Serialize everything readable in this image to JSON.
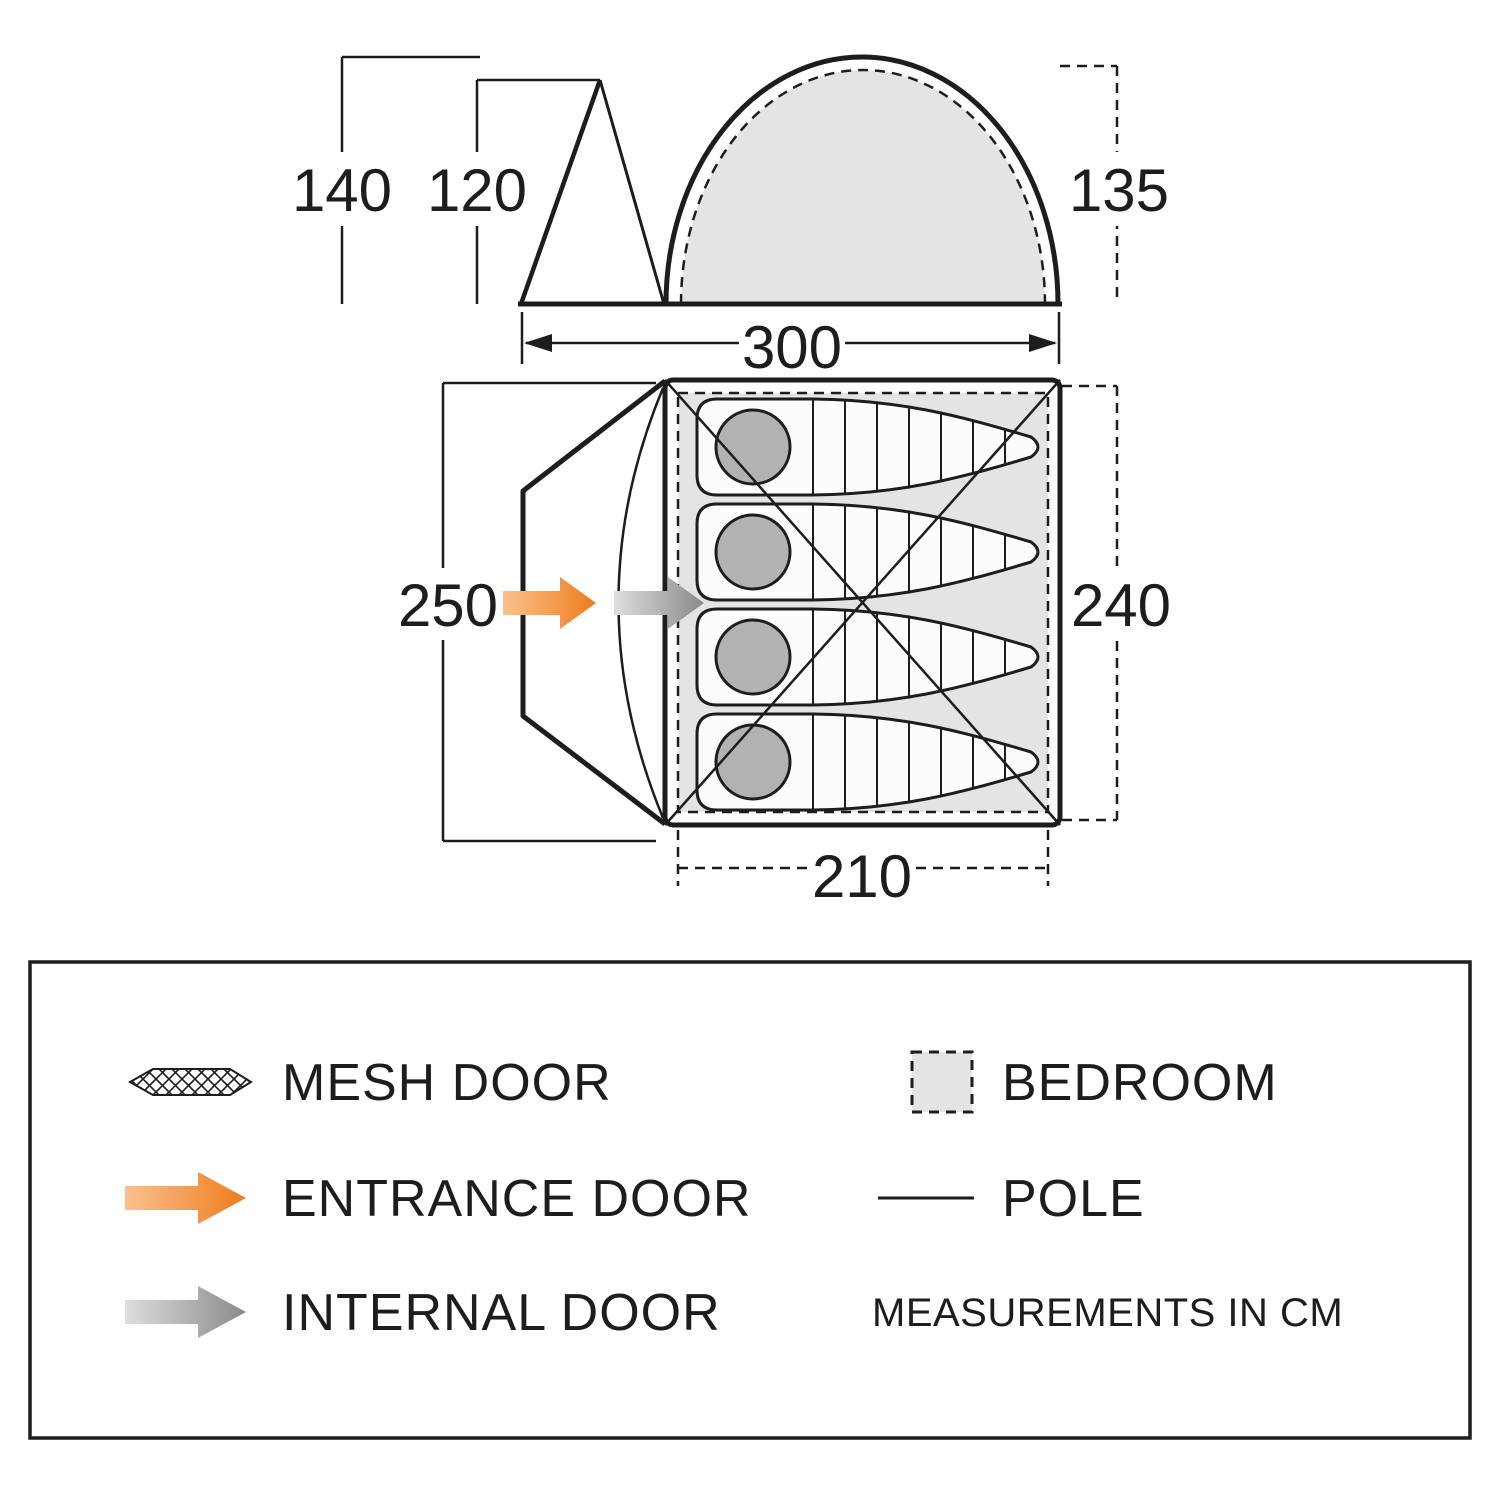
{
  "dimensions": {
    "overall_height": "140",
    "porch_height": "120",
    "bedroom_height": "135",
    "overall_width": "300",
    "overall_depth": "250",
    "bedroom_width": "240",
    "bedroom_depth": "210"
  },
  "legend": {
    "mesh_door_label": "MESH DOOR",
    "entrance_door_label": "ENTRANCE DOOR",
    "internal_door_label": "INTERNAL DOOR",
    "bedroom_label": "BEDROOM",
    "pole_label": "POLE",
    "measurements_label": "MEASUREMENTS IN CM"
  },
  "colors": {
    "entrance_arrow": "#ee7c1e",
    "internal_arrow": "#8a8a8a",
    "bedroom_fill": "#e5e3e3",
    "sleeping_bag_head": "#b3b1b1",
    "outline": "#1d1d1b"
  }
}
